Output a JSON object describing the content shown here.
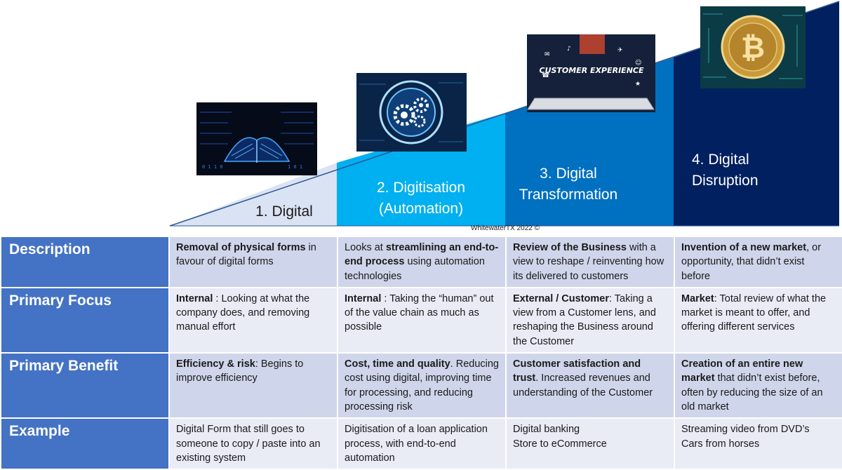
{
  "steps": [
    {
      "label": "1. Digital",
      "fill": "#dae3f3",
      "image": "digital-book-image"
    },
    {
      "label": "2. Digitisation (Automation)",
      "fill": "#00b0f0",
      "image": "automation-gears-image"
    },
    {
      "label": "3. Digital Transformation",
      "fill": "#0070c0",
      "image": "customer-experience-image"
    },
    {
      "label": "4. Digital Disruption",
      "fill": "#002060",
      "image": "bitcoin-image"
    }
  ],
  "step_labels": {
    "s1": "1. Digital",
    "s2a": "2. Digitisation",
    "s2b": "(Automation)",
    "s3a": "3. Digital",
    "s3b": "Transformation",
    "s4a": "4. Digital",
    "s4b": "Disruption"
  },
  "image_text": {
    "customer_experience": "CUSTOMER EXPERIENCE"
  },
  "credit": "WhitewaterTX 2022 ©",
  "colors": {
    "row_header": "#4472c4",
    "row_odd": "#cfd5ea",
    "row_even": "#e9ebf5",
    "slope_line": "#2f5597"
  },
  "rows": {
    "description": {
      "header": "Description",
      "c1": {
        "bold": "Removal of physical forms",
        "rest": " in favour of digital forms"
      },
      "c2": {
        "pre": "Looks at ",
        "bold": "streamlining an end-to-end process",
        "rest": " using automation technologies"
      },
      "c3": {
        "bold": "Review of the Business",
        "rest": " with a view to reshape / reinventing how its delivered to customers"
      },
      "c4": {
        "bold": "Invention of a new market",
        "rest": ", or opportunity, that didn’t exist before"
      }
    },
    "focus": {
      "header": "Primary Focus",
      "c1": {
        "bold": "Internal",
        "rest": " : Looking at what the company does, and removing manual effort"
      },
      "c2": {
        "bold": "Internal",
        "rest": " : Taking the “human” out of the value chain as much as possible"
      },
      "c3": {
        "bold": "External / Customer",
        "rest": ": Taking a view from a Customer lens, and reshaping the Business around the Customer"
      },
      "c4": {
        "bold": "Market",
        "rest": ": Total review of what the market is meant to offer, and offering different services"
      }
    },
    "benefit": {
      "header": "Primary Benefit",
      "c1": {
        "bold": "Efficiency & risk",
        "rest": ": Begins to improve efficiency"
      },
      "c2": {
        "bold": "Cost, time and quality",
        "rest": ". Reducing cost using digital, improving time for processing, and reducing processing risk"
      },
      "c3": {
        "bold": "Customer satisfaction and trust",
        "rest": ". Increased revenues and understanding of the Customer"
      },
      "c4": {
        "bold": "Creation of an entire new market",
        "rest": " that didn’t exist before, often by reducing the size of an old market"
      }
    },
    "example": {
      "header": "Example",
      "c1": {
        "line1": "Digital Form that still goes to someone to copy / paste into an existing system"
      },
      "c2": {
        "line1": "Digitisation of a loan application process, with end-to-end automation"
      },
      "c3": {
        "line1": "Digital banking",
        "line2": "Store to eCommerce"
      },
      "c4": {
        "line1": "Streaming video from DVD’s",
        "line2": "Cars from horses"
      }
    }
  }
}
